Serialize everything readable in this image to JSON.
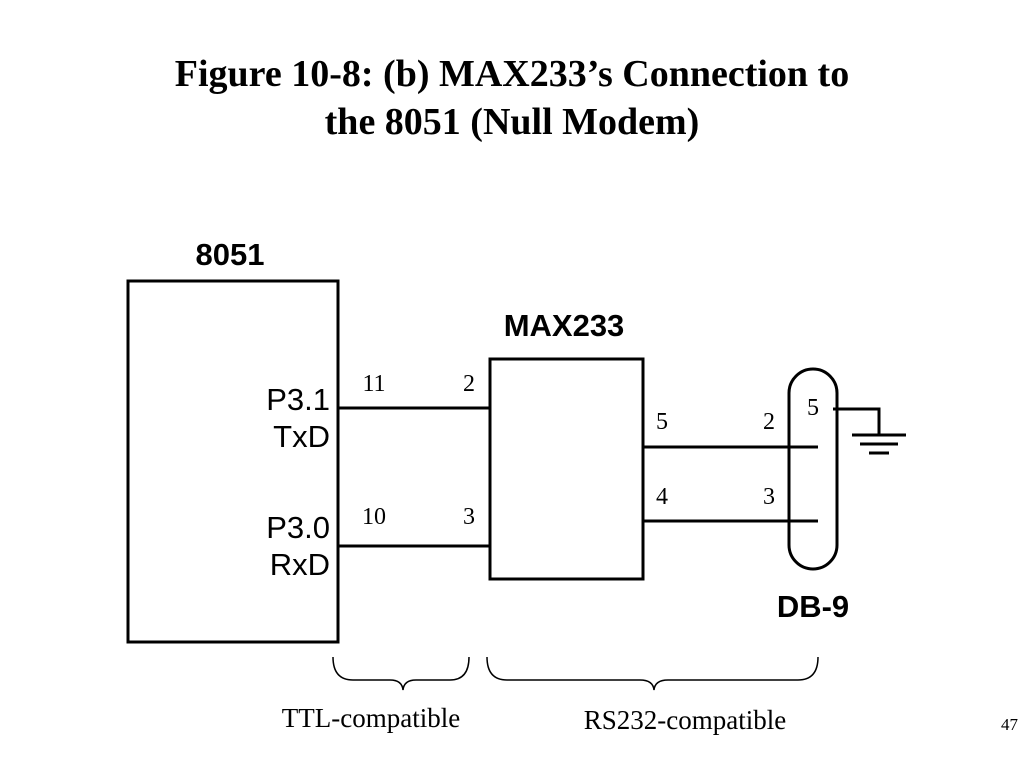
{
  "slide": {
    "title_line1": "Figure 10-8: (b) MAX233’s Connection to",
    "title_line2": "the 8051 (Null Modem)",
    "page_number": "47"
  },
  "mcu": {
    "label": "8051",
    "txd_pin_name": "P3.1",
    "txd_signal": "TxD",
    "rxd_pin_name": "P3.0",
    "rxd_signal": "RxD",
    "txd_pin_number": "11",
    "rxd_pin_number": "10"
  },
  "max233": {
    "label": "MAX233",
    "ttl_in_pin": "2",
    "ttl_out_pin": "3",
    "rs232_out_pin": "5",
    "rs232_in_pin": "4"
  },
  "db9": {
    "label": "DB-9",
    "pin_a": "2",
    "pin_b": "3",
    "ground_pin": "5"
  },
  "braces": {
    "ttl_label": "TTL-compatible",
    "rs232_label": "RS232-compatible"
  }
}
